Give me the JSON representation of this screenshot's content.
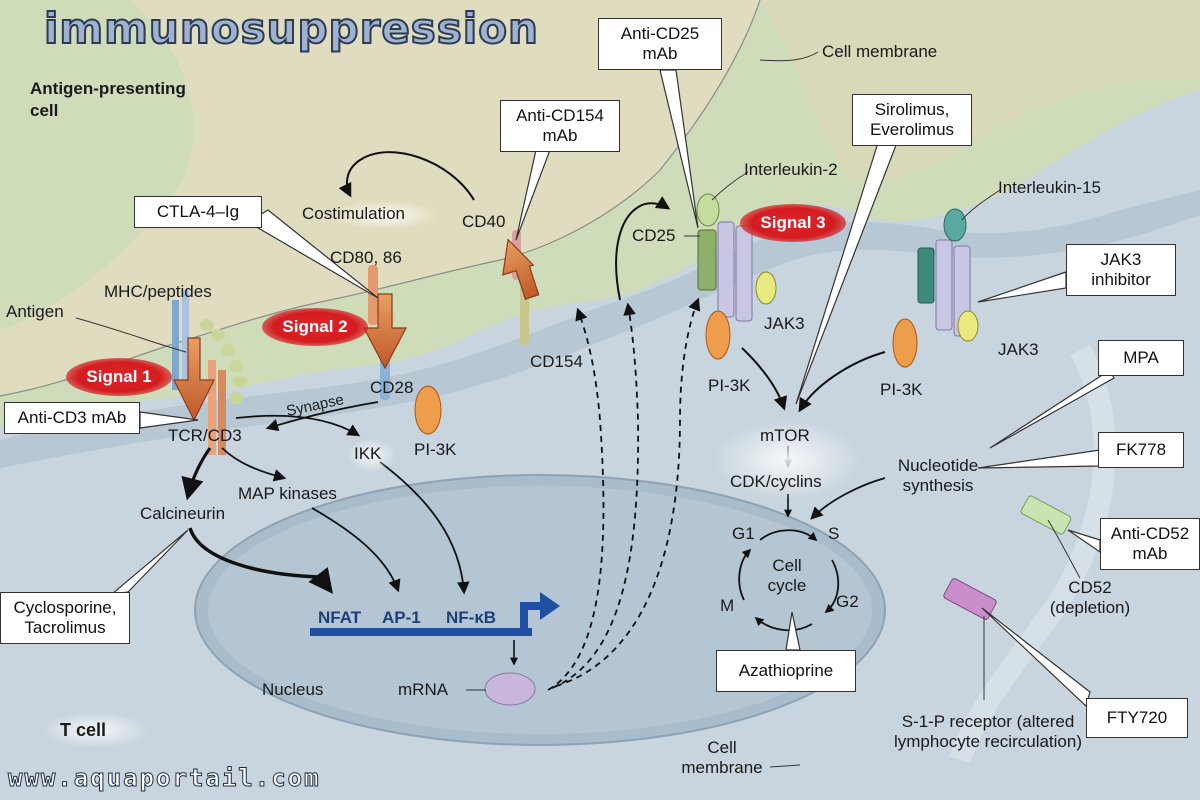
{
  "title": "immunosuppression",
  "footer": "www.aquaportail.com",
  "regions": {
    "apc": "Antigen-presenting cell",
    "tcell": "T cell",
    "nucleus": "Nucleus",
    "cell_membrane_top": "Cell membrane",
    "cell_membrane_bottom": "Cell membrane"
  },
  "signals": {
    "s1": "Signal 1",
    "s2": "Signal 2",
    "s3": "Signal 3"
  },
  "molecules": {
    "antigen": "Antigen",
    "mhc": "MHC/peptides",
    "cd80": "CD80, 86",
    "costim": "Costimulation",
    "cd40": "CD40",
    "cd154": "CD154",
    "cd28": "CD28",
    "synapse": "Synapse",
    "tcr": "TCR/CD3",
    "pi3k_a": "PI-3K",
    "pi3k_b": "PI-3K",
    "pi3k_c": "PI-3K",
    "ikk": "IKK",
    "map": "MAP kinases",
    "calcineurin": "Calcineurin",
    "nfat": "NFAT",
    "ap1": "AP-1",
    "nfkb": "NF-κB",
    "mrna": "mRNA",
    "cd25": "CD25",
    "il2": "Interleukin-2",
    "il15": "Interleukin-15",
    "jak3_a": "JAK3",
    "jak3_b": "JAK3",
    "mtor": "mTOR",
    "cdk": "CDK/cyclins",
    "nucleotide": "Nucleotide synthesis",
    "g1": "G1",
    "s": "S",
    "g2": "G2",
    "m": "M",
    "cellcycle": "Cell cycle",
    "cd52": "CD52 (depletion)",
    "s1p": "S-1-P receptor (altered lymphocyte recirculation)"
  },
  "drugs": {
    "anti_cd25": "Anti-CD25 mAb",
    "anti_cd154": "Anti-CD154 mAb",
    "ctla4": "CTLA-4–Ig",
    "sirolimus": "Sirolimus, Everolimus",
    "jak3_inh": "JAK3 inhibitor",
    "anti_cd3": "Anti-CD3 mAb",
    "mpa": "MPA",
    "fk778": "FK778",
    "anti_cd52": "Anti-CD52 mAb",
    "cyclosporine": "Cyclosporine, Tacrolimus",
    "azathioprine": "Azathioprine",
    "fty720": "FTY720"
  },
  "colors": {
    "apc_fill": "#c8d8b4",
    "tcell_fill": "#c6d3dc",
    "signal_red": "#d8191f",
    "arrow_orange": "#d07a3c",
    "gene_blue": "#1f4fa0"
  }
}
